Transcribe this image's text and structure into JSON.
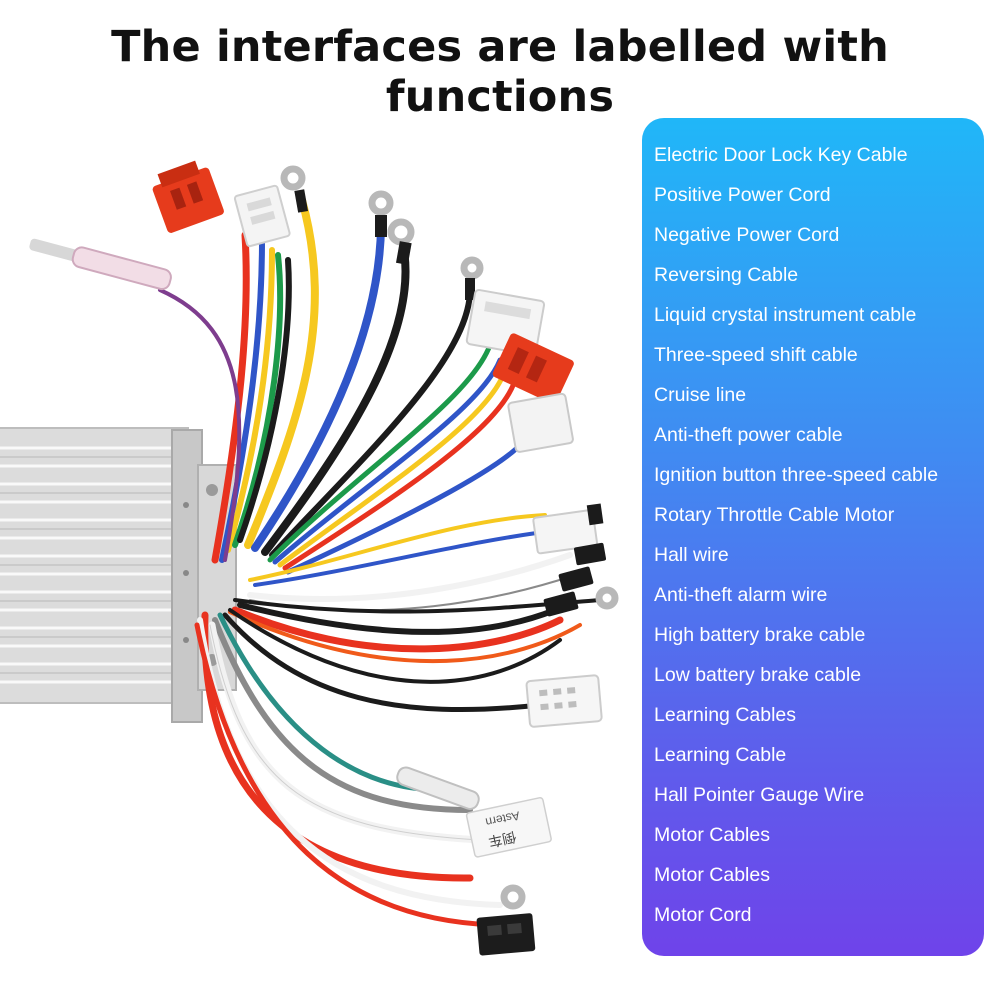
{
  "headline": "The interfaces are labelled with functions",
  "product": {
    "label_1": "Astern",
    "label_2": "倒车"
  },
  "panel": {
    "items": [
      "Electric Door Lock Key Cable",
      "Positive Power Cord",
      "Negative Power Cord",
      "Reversing Cable",
      "Liquid crystal instrument cable",
      "Three-speed shift cable",
      "Cruise line",
      "Anti-theft power cable",
      "Ignition button three-speed cable",
      "Rotary Throttle Cable Motor",
      "Hall wire",
      "Anti-theft alarm wire",
      "High battery brake cable",
      "Low battery brake cable",
      "Learning Cables",
      "Learning Cable",
      "Hall Pointer Gauge Wire",
      "Motor Cables",
      "Motor Cables",
      "Motor Cord"
    ]
  },
  "colors": {
    "panel_top": "#20b7f8",
    "panel_bottom": "#6f43ea",
    "wire_red": "#e8321f",
    "wire_yellow": "#f6c81f",
    "wire_blue": "#2f55c8",
    "wire_green": "#1c9a4a",
    "wire_black": "#1b1b1b",
    "wire_white": "#f2f2f2",
    "wire_purple": "#7e3d8e",
    "wire_gray": "#8a8a8a",
    "wire_orange": "#f05a1a",
    "wire_teal": "#2a8f86"
  }
}
